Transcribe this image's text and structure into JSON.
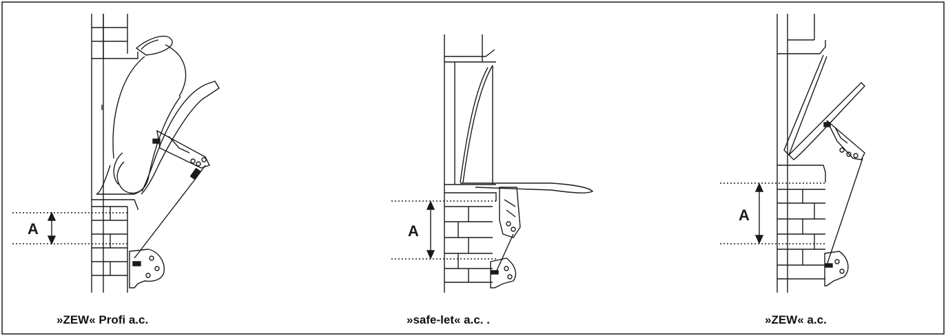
{
  "panels": [
    {
      "caption": "»ZEW« Profi a.c.",
      "dimension_label": "A"
    },
    {
      "caption": "»safe-let« a.c. .",
      "dimension_label": "A"
    },
    {
      "caption": "»ZEW« a.c.",
      "dimension_label": "A"
    }
  ],
  "colors": {
    "stroke": "#1a1a1a",
    "background": "#ffffff"
  }
}
